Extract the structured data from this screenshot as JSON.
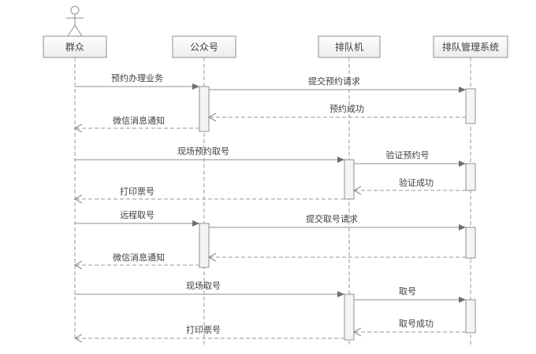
{
  "diagram": {
    "type": "uml-sequence",
    "title": "",
    "colors": {
      "background": "#ffffff",
      "line": "#8f8f8f",
      "text": "#3f3f3f",
      "box_fill": "#f2f2f2",
      "box_border": "#8f8f8f",
      "activation_fill": "#f4f4f4"
    },
    "participants": [
      {
        "id": "public",
        "label": "群众",
        "kind": "actor"
      },
      {
        "id": "official-account",
        "label": "公众号",
        "kind": "object"
      },
      {
        "id": "queue-machine",
        "label": "排队机",
        "kind": "object"
      },
      {
        "id": "queue-management-system",
        "label": "排队管理系统",
        "kind": "object"
      }
    ],
    "messages": [
      {
        "label": "预约办理业务",
        "from": "群众",
        "to": "公众号",
        "style": "solid"
      },
      {
        "label": "提交预约请求",
        "from": "公众号",
        "to": "排队管理系统",
        "style": "solid"
      },
      {
        "label": "预约成功",
        "from": "排队管理系统",
        "to": "公众号",
        "style": "dashed-return"
      },
      {
        "label": "微信消息通知",
        "from": "公众号",
        "to": "群众",
        "style": "dashed-return"
      },
      {
        "label": "现场预约取号",
        "from": "群众",
        "to": "排队机",
        "style": "solid"
      },
      {
        "label": "验证预约号",
        "from": "排队机",
        "to": "排队管理系统",
        "style": "solid"
      },
      {
        "label": "验证成功",
        "from": "排队管理系统",
        "to": "排队机",
        "style": "dashed-return"
      },
      {
        "label": "打印票号",
        "from": "排队机",
        "to": "群众",
        "style": "dashed-return"
      },
      {
        "label": "远程取号",
        "from": "群众",
        "to": "公众号",
        "style": "solid"
      },
      {
        "label": "提交取号请求",
        "from": "公众号",
        "to": "排队管理系统",
        "style": "solid"
      },
      {
        "label": "",
        "from": "排队管理系统",
        "to": "公众号",
        "style": "dashed-return"
      },
      {
        "label": "微信消息通知",
        "from": "公众号",
        "to": "群众",
        "style": "dashed-return"
      },
      {
        "label": "现场取号",
        "from": "群众",
        "to": "排队机",
        "style": "solid"
      },
      {
        "label": "取号",
        "from": "排队机",
        "to": "排队管理系统",
        "style": "solid"
      },
      {
        "label": "取号成功",
        "from": "排队管理系统",
        "to": "排队机",
        "style": "dashed-return"
      },
      {
        "label": "打印票号",
        "from": "排队机",
        "to": "群众",
        "style": "dashed-return"
      }
    ]
  }
}
